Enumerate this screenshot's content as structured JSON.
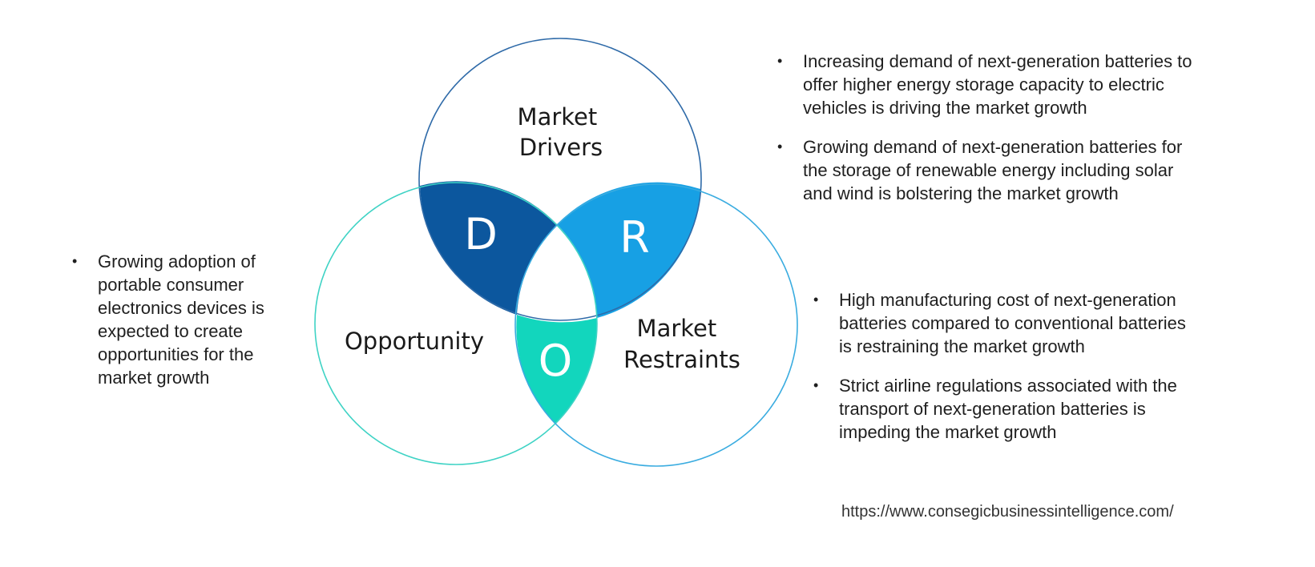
{
  "diagram": {
    "circles": {
      "drivers": {
        "label_lines": [
          "Market",
          "Drivers"
        ],
        "stroke": "#2e6aa8"
      },
      "restraints": {
        "label_lines": [
          "Market",
          "Restraints"
        ],
        "stroke": "#3aace0"
      },
      "opportunity": {
        "label_lines": [
          "Opportunity"
        ],
        "stroke": "#3fd3c5"
      }
    },
    "overlaps": {
      "d": {
        "letter": "D",
        "color": "#0c579e"
      },
      "r": {
        "letter": "R",
        "color": "#17a0e4"
      },
      "o": {
        "letter": "O",
        "color": "#12d6bd"
      }
    }
  },
  "drivers": [
    "Increasing demand of next-generation batteries to offer higher energy storage capacity to electric vehicles is driving the market growth",
    "Growing demand of next-generation batteries for the storage of renewable energy including solar and wind is bolstering the market growth"
  ],
  "restraints": [
    "High manufacturing cost of next-generation batteries compared to conventional batteries is restraining the market growth",
    "Strict airline regulations associated with the transport of next-generation batteries is impeding the market growth"
  ],
  "opportunity": [
    "Growing adoption of portable consumer electronics devices is expected to create opportunities for the market growth"
  ],
  "source_url": "https://www.consegicbusinessintelligence.com/"
}
